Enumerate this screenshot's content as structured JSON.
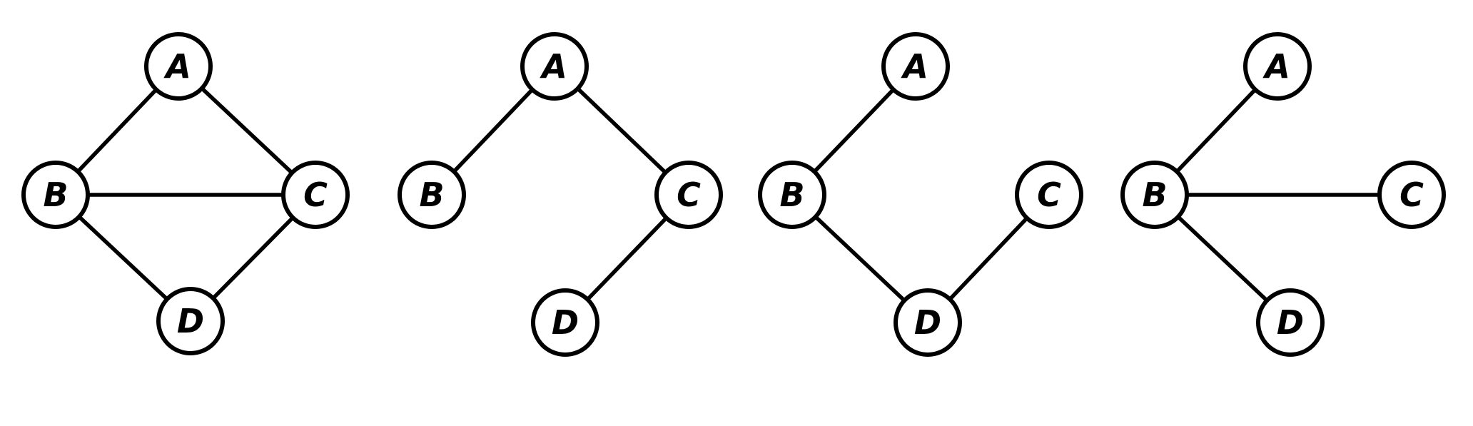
{
  "colors": {
    "background": "#ffffff",
    "stroke": "#000000",
    "node_fill": "#ffffff"
  },
  "graphs": [
    {
      "name": "original-graph",
      "nodes": [
        "A",
        "B",
        "C",
        "D"
      ],
      "edges": [
        [
          "A",
          "B"
        ],
        [
          "A",
          "C"
        ],
        [
          "B",
          "C"
        ],
        [
          "B",
          "D"
        ],
        [
          "C",
          "D"
        ]
      ]
    },
    {
      "name": "spanning-tree-1",
      "nodes": [
        "A",
        "B",
        "C",
        "D"
      ],
      "edges": [
        [
          "A",
          "B"
        ],
        [
          "A",
          "C"
        ],
        [
          "C",
          "D"
        ]
      ]
    },
    {
      "name": "spanning-tree-2",
      "nodes": [
        "A",
        "B",
        "C",
        "D"
      ],
      "edges": [
        [
          "A",
          "B"
        ],
        [
          "B",
          "D"
        ],
        [
          "D",
          "C"
        ]
      ]
    },
    {
      "name": "spanning-tree-3",
      "nodes": [
        "A",
        "B",
        "C",
        "D"
      ],
      "edges": [
        [
          "A",
          "B"
        ],
        [
          "B",
          "C"
        ],
        [
          "B",
          "D"
        ]
      ]
    }
  ]
}
